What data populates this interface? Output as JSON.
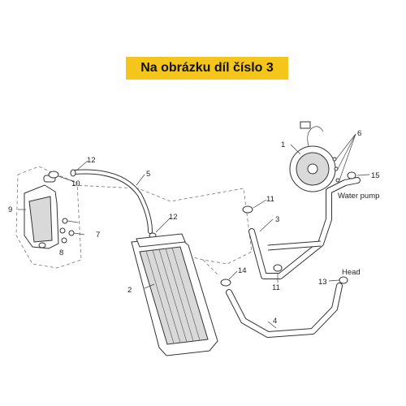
{
  "banner": {
    "title": "Na obrázku díl číslo 3"
  },
  "labels": {
    "p1": "1",
    "p2": "2",
    "p3": "3",
    "p4": "4",
    "p5": "5",
    "p6": "6",
    "p7": "7",
    "p8": "8",
    "p9": "9",
    "p10": "10",
    "p11a": "11",
    "p11b": "11",
    "p12a": "12",
    "p12b": "12",
    "p13": "13",
    "p14": "14",
    "p15": "15"
  },
  "notes": {
    "water_pump": "Water pump",
    "head": "Head"
  },
  "colors": {
    "banner": "#f4c51a",
    "line": "#333333"
  }
}
